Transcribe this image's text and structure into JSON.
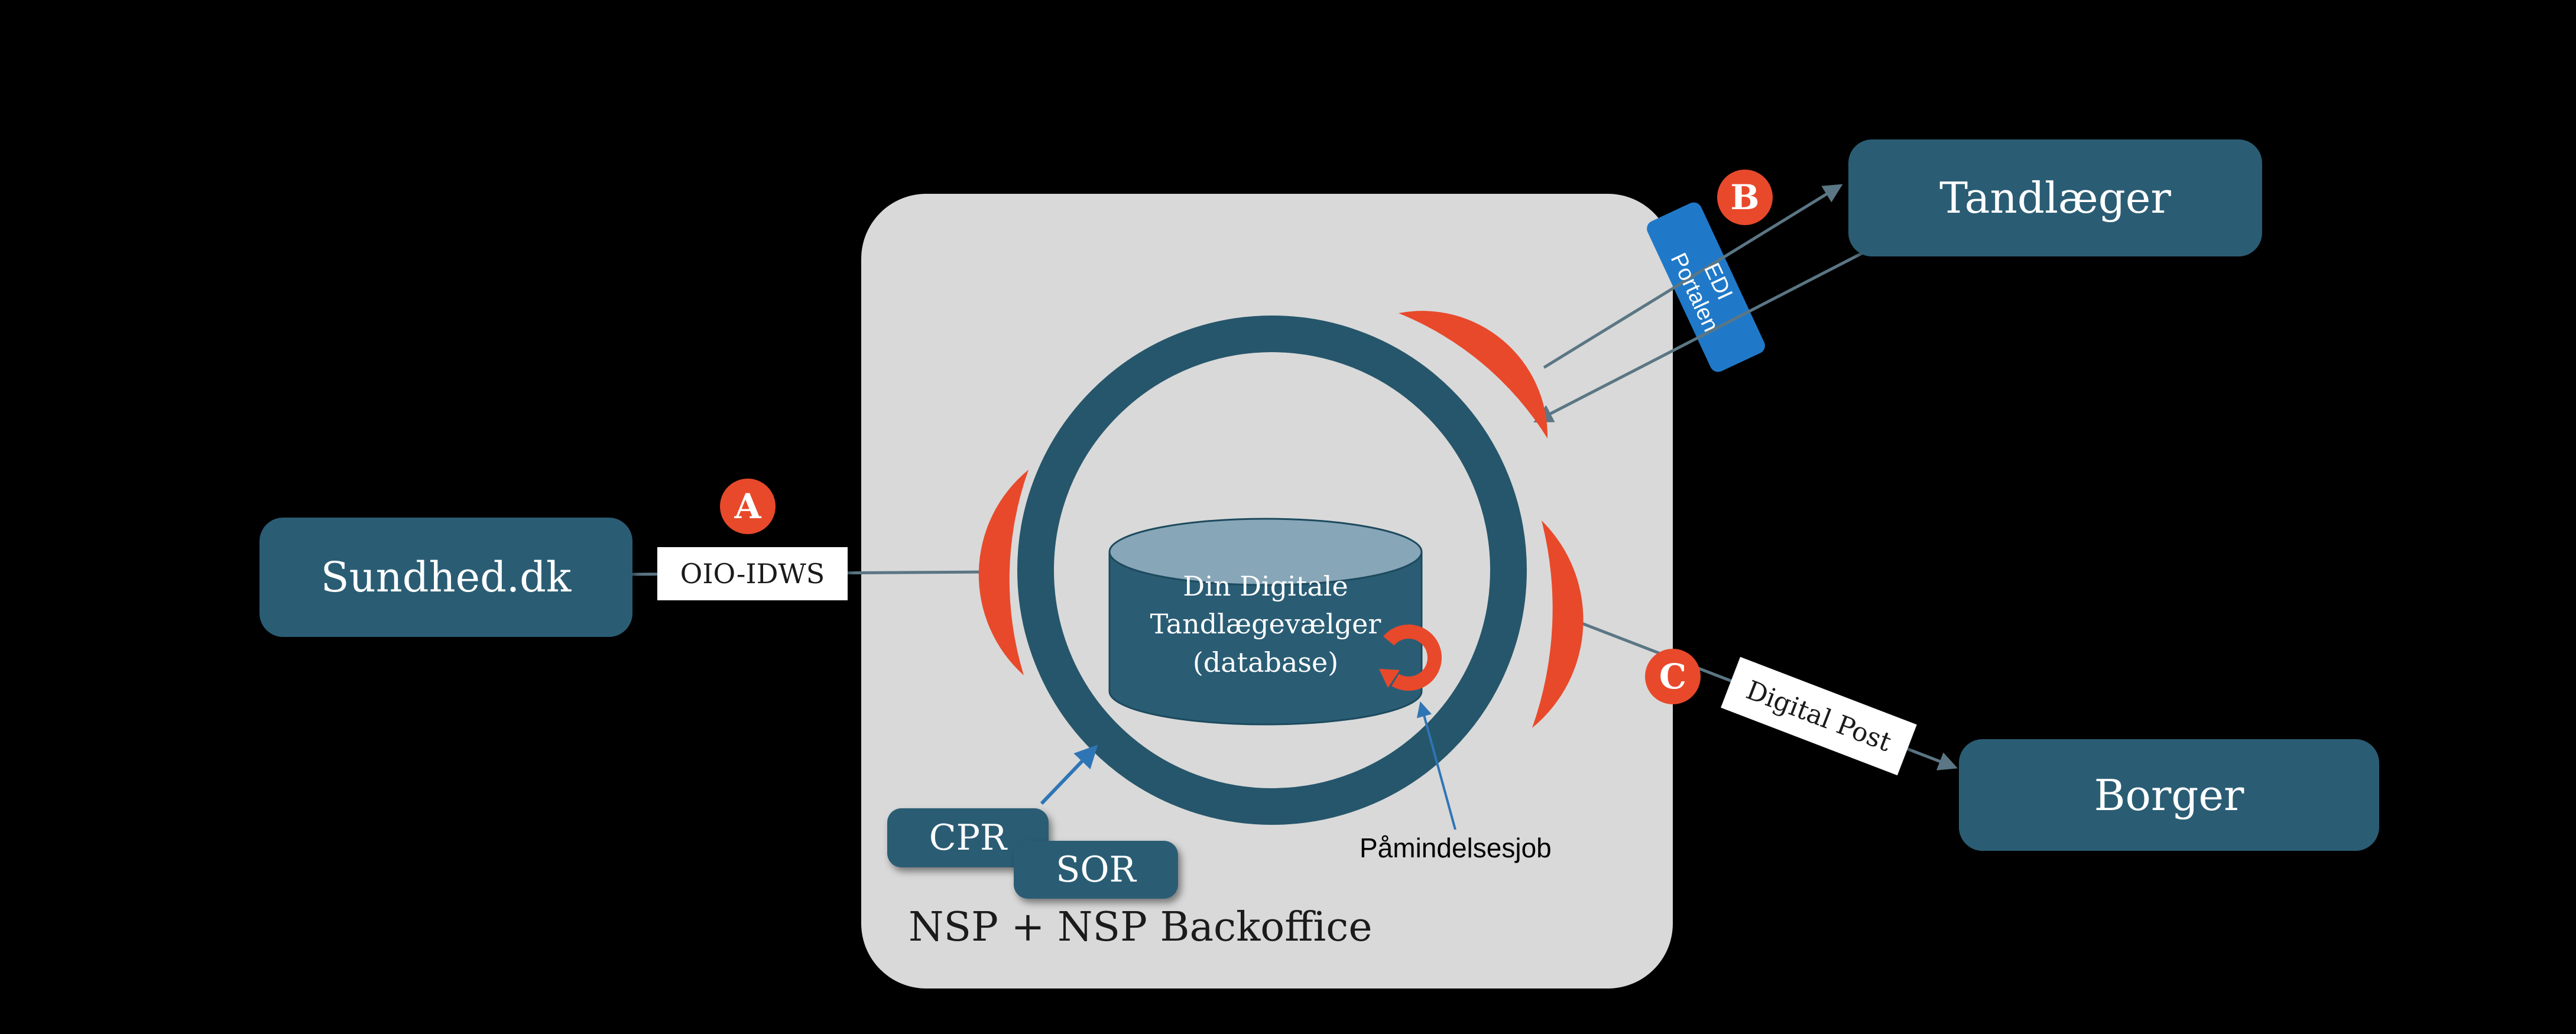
{
  "colors": {
    "background": "#000000",
    "panel": "#d9d9d9",
    "node_teal": "#2a5d74",
    "ring_teal": "#26566b",
    "accent_orange": "#e8492b",
    "edi_blue": "#2079c8",
    "connector_gray": "#5b7684",
    "arrow_blue": "#2e75b6",
    "cylinder_top": "#87a6b8",
    "label_on_dark": "#ffffff",
    "label_on_light": "#1a1a1a"
  },
  "panel": {
    "title": "NSP + NSP Backoffice"
  },
  "nodes": {
    "sundhed": {
      "label": "Sundhed.dk"
    },
    "tandlaeger": {
      "label": "Tandlæger"
    },
    "borger": {
      "label": "Borger"
    },
    "cpr": {
      "label": "CPR"
    },
    "sor": {
      "label": "SOR"
    },
    "edi": {
      "line1": "EDI",
      "line2": "Portalen"
    },
    "database": {
      "line1": "Din Digitale",
      "line2": "Tandlægevælger",
      "line3": "(database)"
    }
  },
  "labels": {
    "oio_idws": "OIO-IDWS",
    "digital_post": "Digital Post",
    "paamindelsesjob": "Påmindelsesjob"
  },
  "badges": {
    "a": "A",
    "b": "B",
    "c": "C"
  }
}
